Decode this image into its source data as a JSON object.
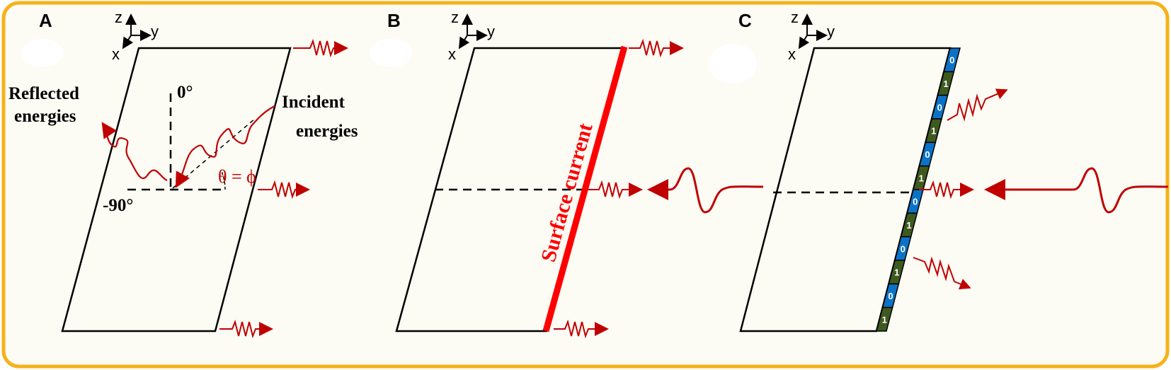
{
  "colors": {
    "border": "#f5b21a",
    "background": "#fcfbf4",
    "red": "#c00000",
    "surface_current": "#ff0000",
    "cell_blue": "#0b73c7",
    "cell_green": "#3e5a1f"
  },
  "axes": {
    "z": "z",
    "y": "y",
    "x": "x"
  },
  "panels": {
    "a": {
      "letter": "A",
      "reflected_line1": "Reflected",
      "reflected_line2": "energies",
      "incident_line1": "Incident",
      "incident_line2": "energies",
      "angle_top": "0°",
      "angle_left": "-90°",
      "angle_eq": "θ = ϕ"
    },
    "b": {
      "letter": "B",
      "surface_label": "Surface current"
    },
    "c": {
      "letter": "C",
      "bits": [
        "0",
        "1",
        "0",
        "1",
        "0",
        "1",
        "0",
        "1",
        "0",
        "1",
        "0",
        "1"
      ]
    }
  }
}
